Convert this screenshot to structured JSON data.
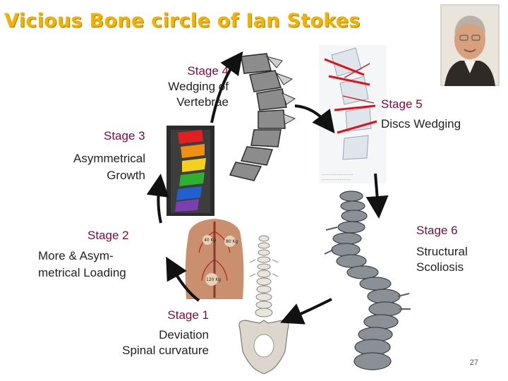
{
  "title": "Vicious Bone circle of Ian Stokes",
  "stages": [
    {
      "id": "stage1",
      "label": "Stage 1",
      "desc_lines": [
        "Deviation",
        "Spinal curvature"
      ]
    },
    {
      "id": "stage2",
      "label": "Stage 2",
      "desc_lines": [
        "More & Asym-",
        "metrical Loading"
      ]
    },
    {
      "id": "stage3",
      "label": "Stage 3",
      "desc_lines": [
        "Asymmetrical",
        "Growth"
      ]
    },
    {
      "id": "stage4",
      "label": "Stage 4",
      "desc_lines": [
        "Wedging of",
        "Vertebrae"
      ]
    },
    {
      "id": "stage5",
      "label": "Stage 5",
      "desc_lines": [
        "Discs Wedging"
      ]
    },
    {
      "id": "stage6",
      "label": "Stage 6",
      "desc_lines": [
        "Structural",
        "Scoliosis"
      ]
    }
  ],
  "images": {
    "portrait": {
      "name": "portrait-photo"
    },
    "stage4": {
      "name": "wedged-vertebrae-illustration"
    },
    "stage5": {
      "name": "disc-wedging-xray"
    },
    "stage3": {
      "name": "colored-vertebrae-growth-image"
    },
    "stage2": {
      "name": "back-loading-illustration",
      "weights": [
        "40 Kg",
        "80 Kg",
        "120 Kg"
      ]
    },
    "stage6": {
      "name": "scoliotic-spine-model"
    },
    "stage1": {
      "name": "spine-pelvis-model"
    }
  },
  "page_number": "27",
  "colors": {
    "title": "#f2b300",
    "stage_label": "#7a0b3a",
    "arrow": "#111111",
    "xray_marks": "#e0101a"
  }
}
